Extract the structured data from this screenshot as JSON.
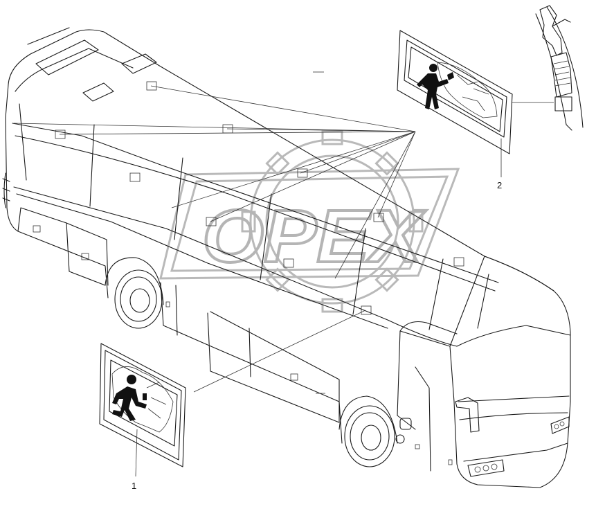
{
  "watermark": {
    "text": "OPEX",
    "color": "#b5b5b5"
  },
  "callouts": [
    {
      "number": "1",
      "part": "emergency-exit-sign-running-man"
    },
    {
      "number": "2",
      "part": "emergency-hammer-sign"
    }
  ],
  "colors": {
    "line": "#1a1a1a",
    "background": "#ffffff"
  }
}
